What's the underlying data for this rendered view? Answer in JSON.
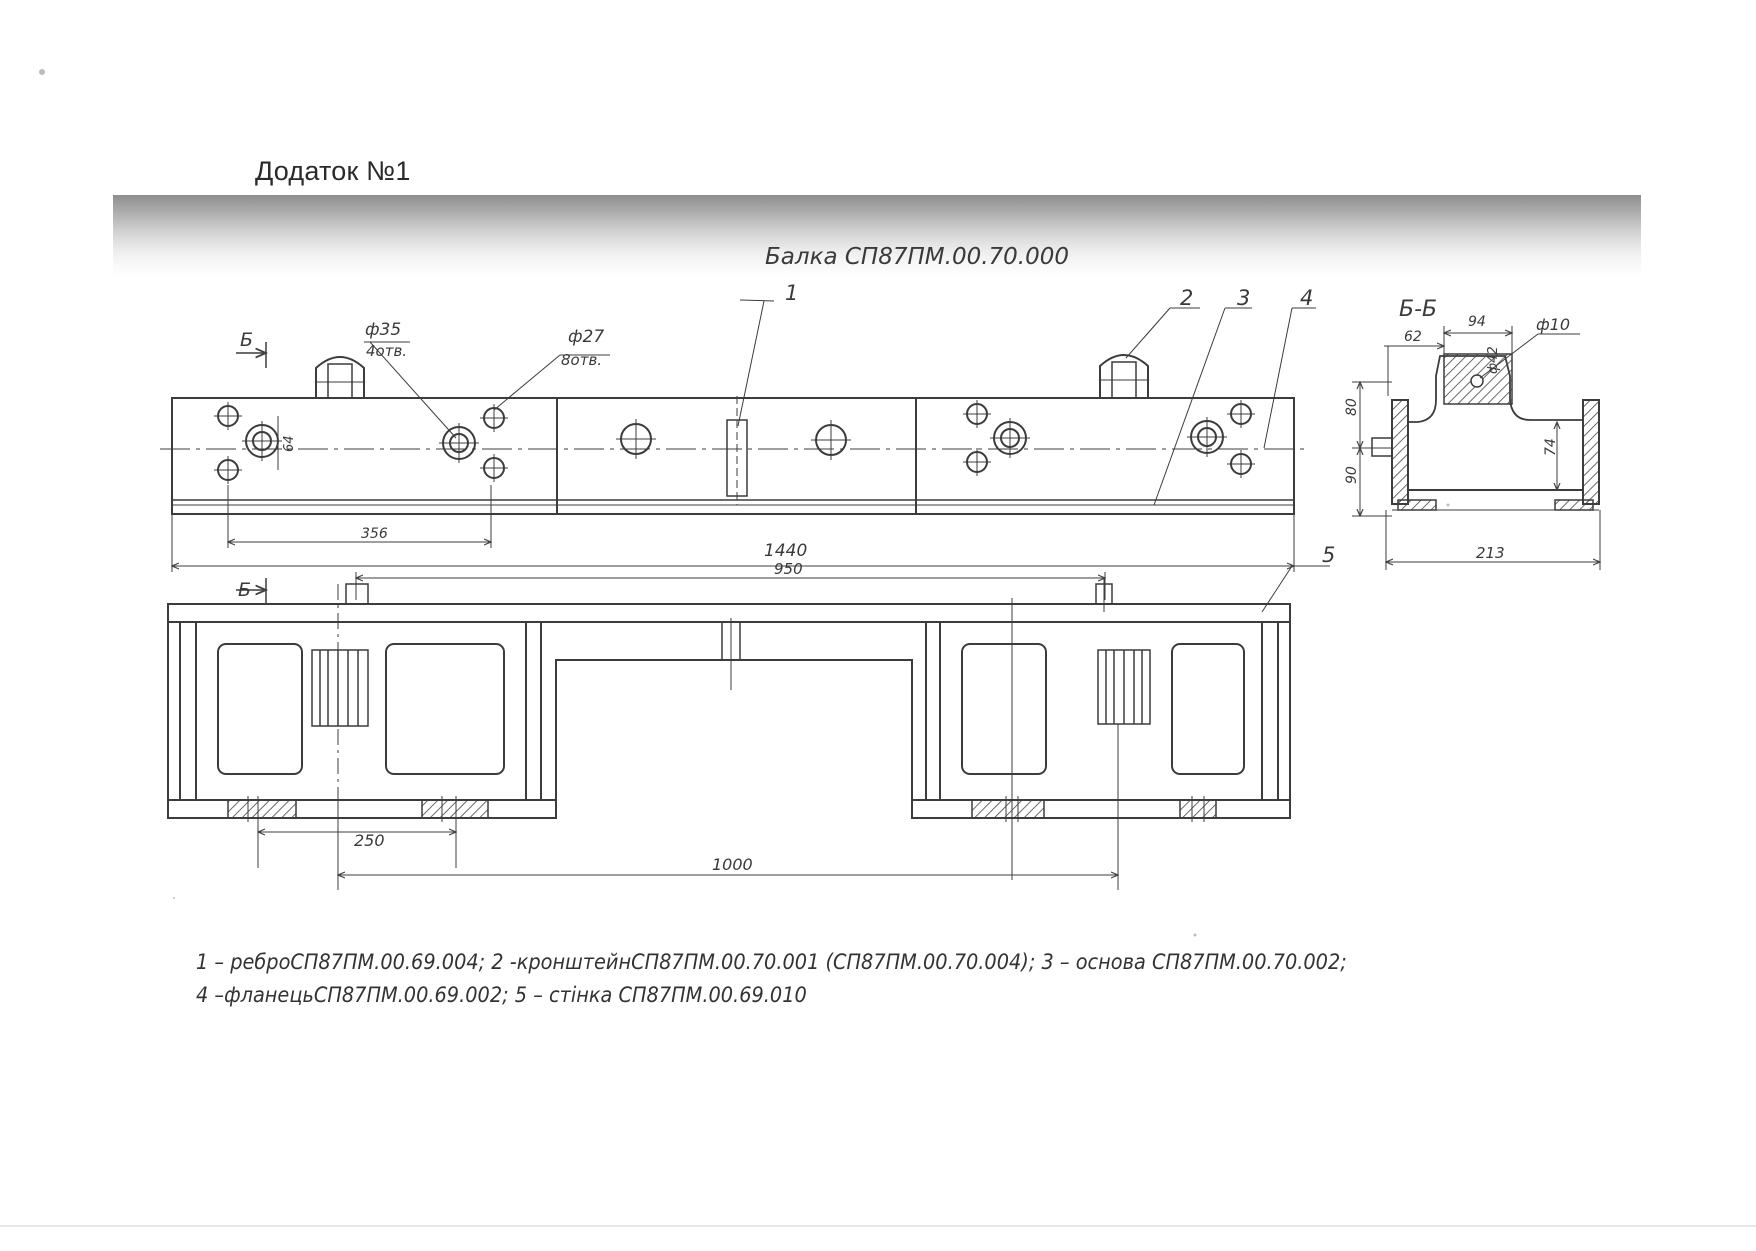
{
  "page": {
    "heading": "Додаток №1"
  },
  "drawing": {
    "title": "Балка СП87ПМ.00.70.000",
    "section_label": "Б-Б",
    "section_mark": "Б",
    "callouts": [
      "1",
      "2",
      "3",
      "4",
      "5"
    ],
    "hole_labels": {
      "d35": "ф35",
      "d35_count": "4отв.",
      "d27": "ф27",
      "d27_count": "8отв.",
      "d10": "ф10",
      "d42": "ф42"
    },
    "dimensions": {
      "d356": "356",
      "d1440": "1440",
      "d950": "950",
      "d250": "250",
      "d1000": "1000",
      "d213": "213",
      "d62": "62",
      "d94": "94",
      "d80": "80",
      "d90": "90",
      "d74": "74",
      "d64": "64"
    }
  },
  "caption": {
    "line1": "1 – реброСП87ПМ.00.69.004;  2 -кронштейнСП87ПМ.00.70.001 (СП87ПМ.00.70.004);  3 – основа СП87ПМ.00.70.002;",
    "line2": "4 –фланецьСП87ПМ.00.69.002;  5 – стінка СП87ПМ.00.69.010"
  },
  "colors": {
    "line": "#3c3c3c",
    "band_top": "#9a9a9a",
    "paper": "#ffffff"
  }
}
